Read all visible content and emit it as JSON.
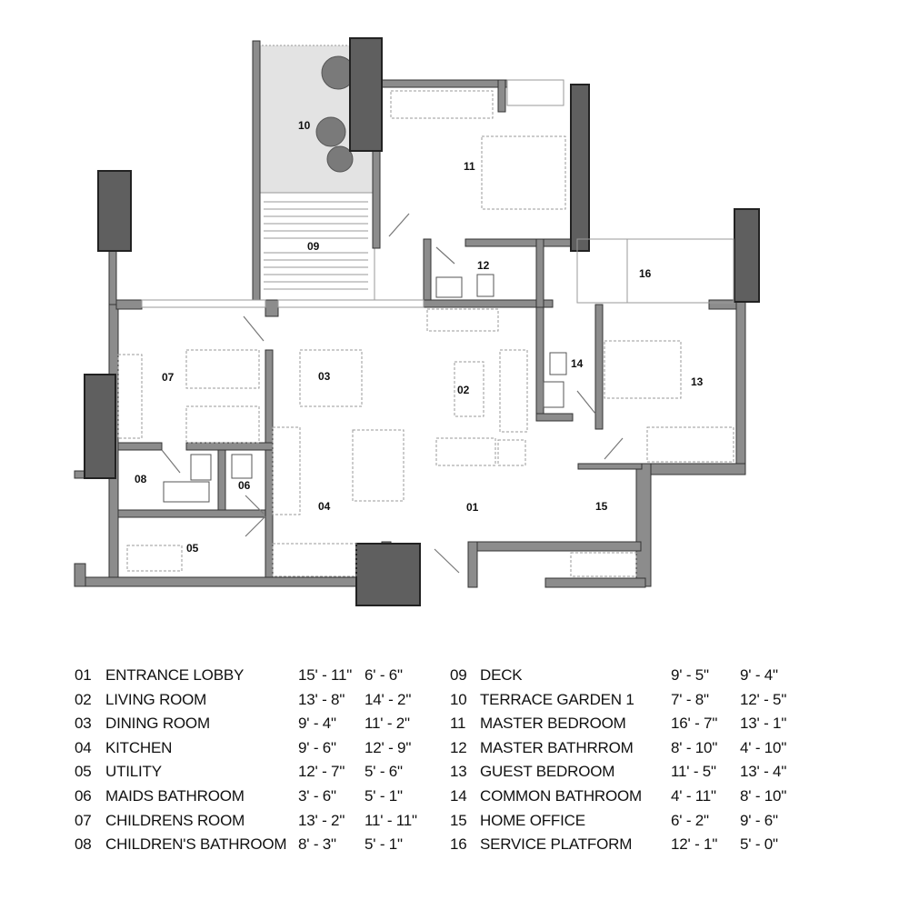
{
  "colors": {
    "wall": "#8c8c8c",
    "wall_outline": "#333333",
    "column": "#5f5f5f",
    "terrace": "#e3e3e3",
    "line": "#9a9a9a",
    "background": "#ffffff"
  },
  "plan": {
    "labels": {
      "01": "01",
      "02": "02",
      "03": "03",
      "04": "04",
      "05": "05",
      "06": "06",
      "07": "07",
      "08": "08",
      "09": "09",
      "10": "10",
      "11": "11",
      "12": "12",
      "13": "13",
      "14": "14",
      "15": "15",
      "16": "16"
    }
  },
  "legend": {
    "rooms": [
      {
        "num": "01",
        "name": "ENTRANCE LOBBY",
        "dim1": "15' - 11\"",
        "dim2": "6' - 6\""
      },
      {
        "num": "02",
        "name": "LIVING ROOM",
        "dim1": "13' - 8\"",
        "dim2": "14' - 2\""
      },
      {
        "num": "03",
        "name": "DINING ROOM",
        "dim1": "9' - 4\"",
        "dim2": "11' - 2\""
      },
      {
        "num": "04",
        "name": "KITCHEN",
        "dim1": "9' - 6\"",
        "dim2": "12' - 9\""
      },
      {
        "num": "05",
        "name": "UTILITY",
        "dim1": "12' - 7\"",
        "dim2": "5' - 6\""
      },
      {
        "num": "06",
        "name": "MAIDS BATHROOM",
        "dim1": "3' - 6\"",
        "dim2": "5' - 1\""
      },
      {
        "num": "07",
        "name": "CHILDRENS ROOM",
        "dim1": "13' - 2\"",
        "dim2": "11' - 11\""
      },
      {
        "num": "08",
        "name": "CHILDREN'S BATHROOM",
        "dim1": "8' - 3\"",
        "dim2": "5' - 1\""
      },
      {
        "num": "09",
        "name": "DECK",
        "dim1": "9' - 5\"",
        "dim2": "9' - 4\""
      },
      {
        "num": "10",
        "name": "TERRACE GARDEN 1",
        "dim1": "7' - 8\"",
        "dim2": "12' - 5\""
      },
      {
        "num": "11",
        "name": "MASTER BEDROOM",
        "dim1": "16' - 7\"",
        "dim2": "13' - 1\""
      },
      {
        "num": "12",
        "name": "MASTER BATHRROM",
        "dim1": "8' - 10\"",
        "dim2": "4' - 10\""
      },
      {
        "num": "13",
        "name": "GUEST BEDROOM",
        "dim1": "11' - 5\"",
        "dim2": "13' - 4\""
      },
      {
        "num": "14",
        "name": "COMMON BATHROOM",
        "dim1": "4' - 11\"",
        "dim2": "8' - 10\""
      },
      {
        "num": "15",
        "name": "HOME OFFICE",
        "dim1": "6' - 2\"",
        "dim2": "9' - 6\""
      },
      {
        "num": "16",
        "name": "SERVICE PLATFORM",
        "dim1": "12' - 1\"",
        "dim2": "5' - 0\""
      }
    ]
  }
}
